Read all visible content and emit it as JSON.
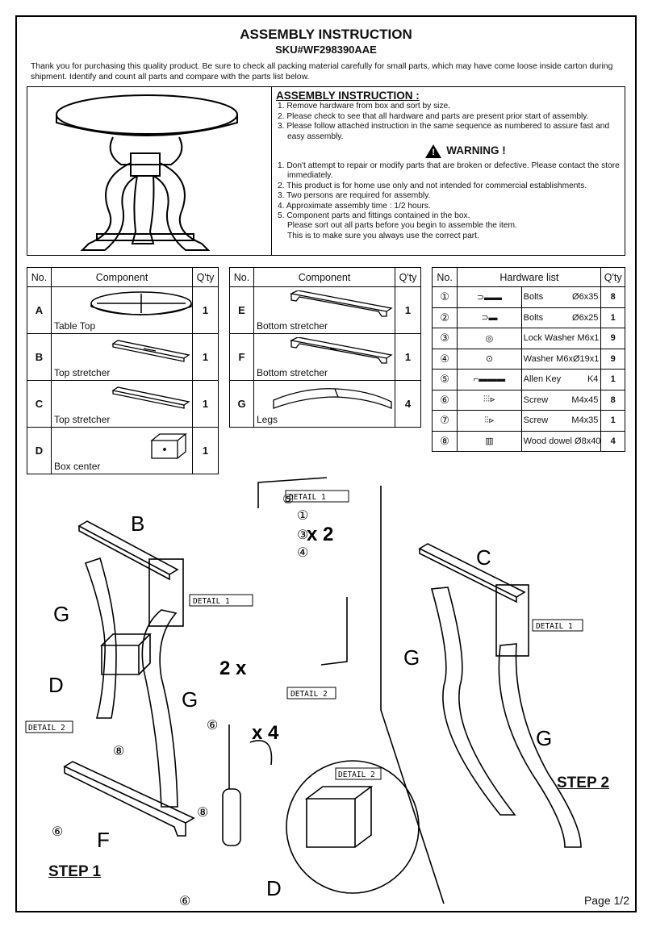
{
  "header": {
    "title": "ASSEMBLY INSTRUCTION",
    "sku": "SKU#WF298390AAE",
    "intro": "Thank you for purchasing this quality product. Be sure to check all packing material carefully for small parts, which may have come loose   inside carton during shipment. Identify and count all parts and compare with the parts list below."
  },
  "instructions": {
    "heading": "ASSEMBLY INSTRUCTION :",
    "items": [
      "1. Remove hardware from box and sort by size.",
      "2. Please check to see that all hardware and parts are present prior start of assembly.",
      "3. Please follow attached instruction in the same sequence as numbered to assure fast and easy assembly."
    ],
    "warning_title": "WARNING !",
    "warning_items": [
      "1. Don't attempt to repair or modify parts that are broken or defective. Please contact the store immediately.",
      "2. This product is for home use  only and not intended for commercial establishments.",
      "3. Two persons are required for assembly.",
      "4. Approximate assembly time : 1/2 hours.",
      "5. Component parts and fittings contained in the box."
    ],
    "warning_extra": [
      "Please sort out all parts before you begin to assemble the item.",
      "This is to make sure  you always use the correct part."
    ]
  },
  "table_headers": {
    "no": "No.",
    "component": "Component",
    "qty": "Q'ty",
    "hardware": "Hardware list"
  },
  "components_left": [
    {
      "no": "A",
      "name": "Table Top",
      "qty": "1"
    },
    {
      "no": "B",
      "name": "Top stretcher",
      "qty": "1"
    },
    {
      "no": "C",
      "name": "Top stretcher",
      "qty": "1"
    },
    {
      "no": "D",
      "name": "Box center",
      "qty": "1"
    }
  ],
  "components_mid": [
    {
      "no": "E",
      "name": "Bottom stretcher",
      "qty": "1"
    },
    {
      "no": "F",
      "name": "Bottom stretcher",
      "qty": "1"
    },
    {
      "no": "G",
      "name": "Legs",
      "qty": "4"
    }
  ],
  "hardware": [
    {
      "no": "①",
      "name": "Bolts",
      "size": "Ø6x35",
      "qty": "8"
    },
    {
      "no": "②",
      "name": "Bolts",
      "size": "Ø6x25",
      "qty": "1"
    },
    {
      "no": "③",
      "name": "Lock Washer M6x1",
      "size": "",
      "qty": "9"
    },
    {
      "no": "④",
      "name": "Washer M6xØ19x1",
      "size": "",
      "qty": "9"
    },
    {
      "no": "⑤",
      "name": "Allen Key",
      "size": "K4",
      "qty": "1"
    },
    {
      "no": "⑥",
      "name": "Screw",
      "size": "M4x45",
      "qty": "8"
    },
    {
      "no": "⑦",
      "name": "Screw",
      "size": "M4x35",
      "qty": "1"
    },
    {
      "no": "⑧",
      "name": "Wood dowel Ø8x40",
      "size": "",
      "qty": "4"
    }
  ],
  "diagram": {
    "detail1": "DETAIL  1",
    "detail2": "DETAIL  2",
    "x2": "x 2",
    "x2b": "2 x",
    "x4": "x 4",
    "step1": "STEP 1",
    "step2": "STEP 2",
    "letters": {
      "b": "B",
      "c": "C",
      "d": "D",
      "f": "F",
      "g": "G"
    },
    "nums": {
      "n1": "①",
      "n3": "③",
      "n4": "④",
      "n5": "⑤",
      "n6": "⑥",
      "n8": "⑧"
    }
  },
  "footer": {
    "page": "Page 1/2"
  }
}
